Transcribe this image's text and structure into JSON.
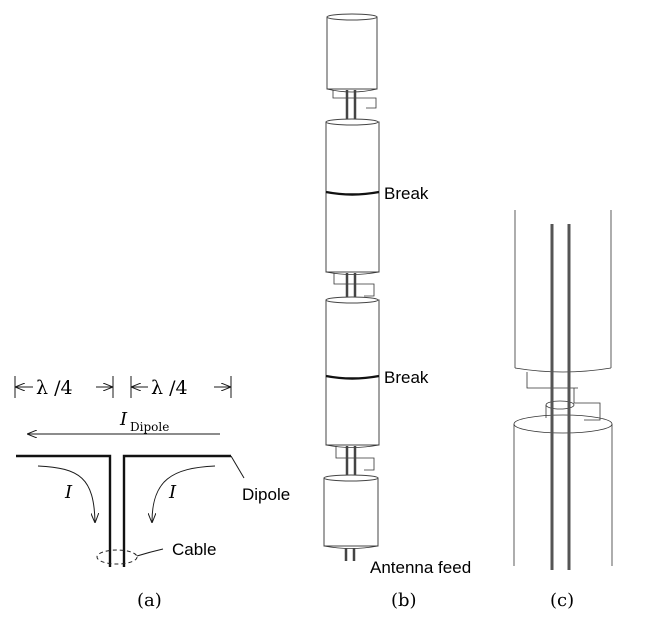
{
  "panel_a": {
    "dim_left": "λ /4",
    "dim_right": "λ /4",
    "current_main": "I",
    "current_sub": "Dipole",
    "current_left": "I",
    "current_right": "I",
    "label_dipole": "Dipole",
    "label_cable": "Cable",
    "caption": "(a)"
  },
  "panel_b": {
    "break_1": "Break",
    "break_2": "Break",
    "feed": "Antenna feed",
    "caption": "(b)"
  },
  "panel_c": {
    "caption": "(c)"
  }
}
